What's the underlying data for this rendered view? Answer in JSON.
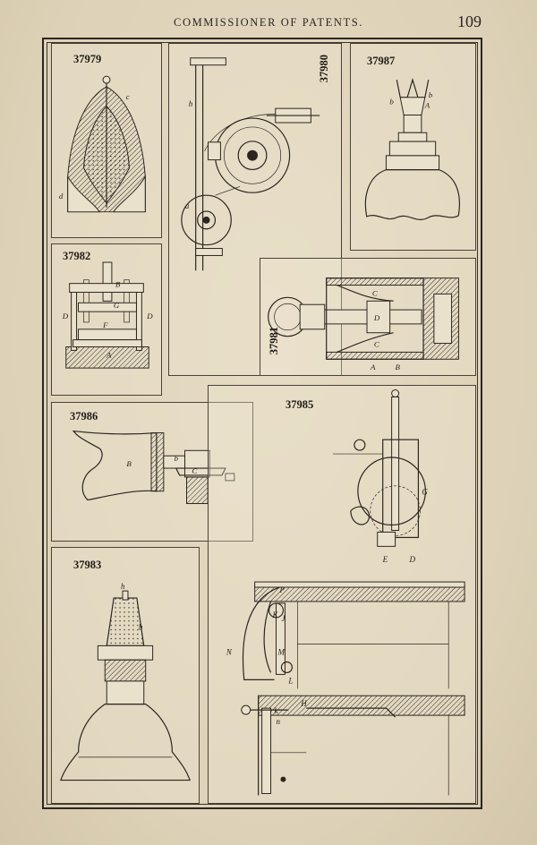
{
  "header": {
    "running_head": "COMMISSIONER OF PATENTS.",
    "page_number": "109"
  },
  "figures": {
    "f37979": {
      "number": "37979"
    },
    "f37980": {
      "number": "37980"
    },
    "f37987": {
      "number": "37987"
    },
    "f37982": {
      "number": "37982"
    },
    "f37981": {
      "number": "37981"
    },
    "f37986": {
      "number": "37986"
    },
    "f37985": {
      "number": "37985"
    },
    "f37983": {
      "number": "37983"
    }
  }
}
